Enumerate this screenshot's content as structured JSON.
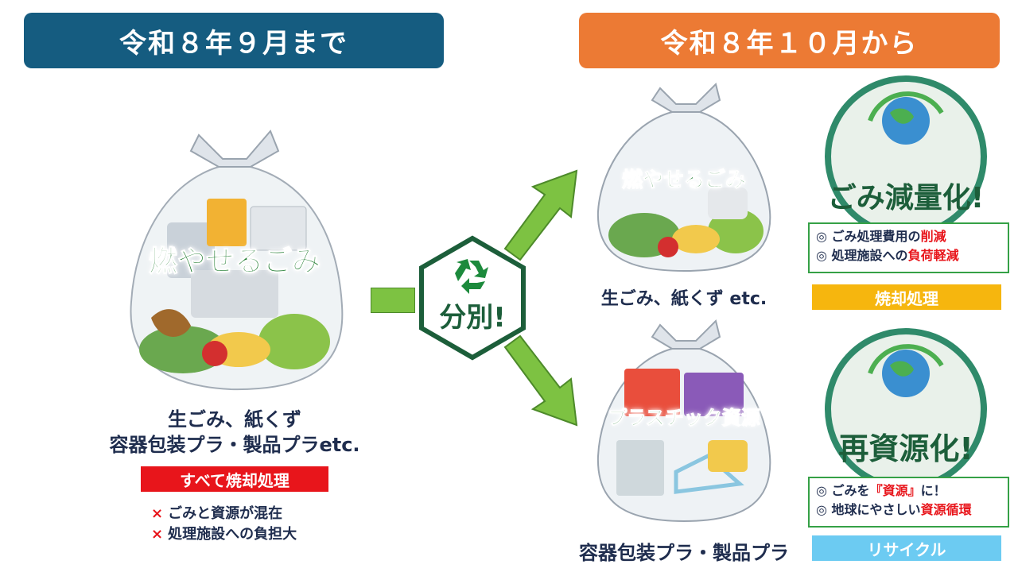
{
  "headers": {
    "before": "令和８年９月まで",
    "after": "令和８年１０月から"
  },
  "left": {
    "bag_label": "燃やせるごみ",
    "caption_line1": "生ごみ、紙くず",
    "caption_line2": "容器包装プラ・製品プラetc.",
    "tag": "すべて焼却処理",
    "notes": [
      {
        "mark": "×",
        "text": "ごみと資源が混在"
      },
      {
        "mark": "×",
        "text": "処理施設への負担大"
      }
    ]
  },
  "center": {
    "label": "分別!",
    "icon": "recycle-icon"
  },
  "right_top": {
    "bag_label": "燃やせるごみ",
    "caption": "生ごみ、紙くず etc.",
    "badge_text": "ごみ減量化!",
    "bullets": [
      {
        "mark": "◎",
        "pre": "ごみ処理費用の",
        "hl": "削減",
        "post": ""
      },
      {
        "mark": "◎",
        "pre": "処理施設への",
        "hl": "負荷軽減",
        "post": ""
      }
    ],
    "tag": "焼却処理"
  },
  "right_bottom": {
    "bag_label": "プラスチック資源",
    "caption": "容器包装プラ・製品プラ",
    "badge_text": "再資源化!",
    "bullets": [
      {
        "mark": "◎",
        "pre": "ごみを",
        "hl": "『資源』",
        "post": "に！"
      },
      {
        "mark": "◎",
        "pre": "地球にやさしい",
        "hl": "資源循環",
        "post": ""
      }
    ],
    "tag": "リサイクル"
  },
  "colors": {
    "before_header": "#155c80",
    "after_header": "#ec7a34",
    "arrow": "#7dc242",
    "label_green": "#1c7a2c",
    "red": "#e8151b",
    "yellow": "#f6b60e",
    "blue": "#6ccbf2"
  }
}
